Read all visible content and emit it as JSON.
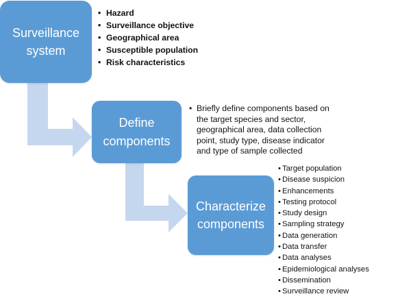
{
  "colors": {
    "box_fill": "#5b9bd5",
    "arrow_fill": "#c5d7ee"
  },
  "steps": [
    {
      "title": "Surveillance\nsystem",
      "items": [
        "Hazard",
        "Surveillance objective",
        "Geographical area",
        "Susceptible population",
        "Risk characteristics"
      ]
    },
    {
      "title": "Define\ncomponents",
      "items": [
        "Briefly define components based on\nthe target species and sector,\ngeographical area, data collection\npoint, study type, disease indicator\nand type of sample collected"
      ]
    },
    {
      "title": "Characterize\ncomponents",
      "items": [
        "Target population",
        "Disease suspicion",
        "Enhancements",
        "Testing protocol",
        "Study design",
        "Sampling strategy",
        "Data generation",
        "Data transfer",
        "Data analyses",
        "Epidemiological analyses",
        "Dissemination",
        "Surveillance review"
      ]
    }
  ]
}
